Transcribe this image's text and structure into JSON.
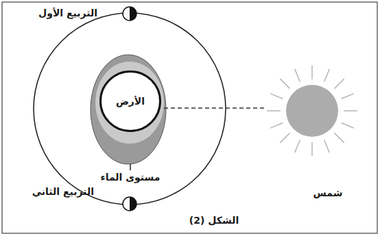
{
  "diagram": {
    "caption": "الشكل (2)",
    "nodes": [
      {
        "text": [
          "الأرض"
        ]
      },
      {
        "text": [
          "شمس"
        ]
      }
    ],
    "edges": [
      {
        "from": 1,
        "to": 0,
        "arrow": "none"
      }
    ],
    "labels": [
      "التربيع الأول",
      "مستوى الماء",
      "التربيع الثاني"
    ]
  }
}
